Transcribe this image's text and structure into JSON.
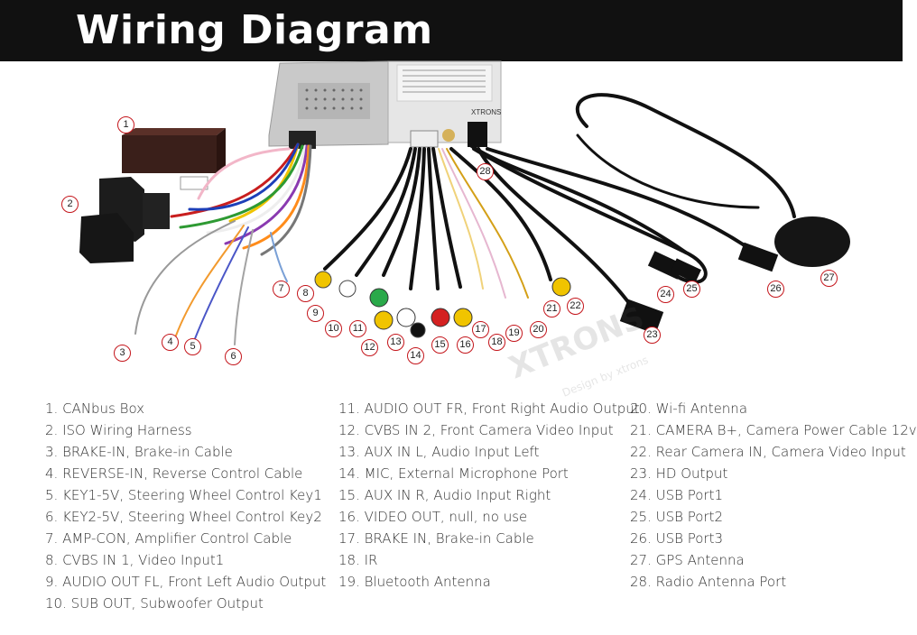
{
  "header": {
    "title": "Wiring Diagram"
  },
  "device_labels": {
    "brand_mark": "XTRONS",
    "watermark_brand": "XTRONS",
    "watermark_tagline": "Design by xtrons"
  },
  "colors": {
    "callout_ring": "#c4161c",
    "header_bg": "#111111"
  },
  "callouts": [
    "1",
    "2",
    "3",
    "4",
    "5",
    "6",
    "7",
    "8",
    "9",
    "10",
    "11",
    "12",
    "13",
    "14",
    "15",
    "16",
    "17",
    "18",
    "19",
    "20",
    "21",
    "22",
    "23",
    "24",
    "25",
    "26",
    "27",
    "28"
  ],
  "legend": {
    "col1": [
      "1. CANbus Box",
      "2. ISO Wiring Harness",
      "3. BRAKE-IN, Brake-in Cable",
      "4. REVERSE-IN, Reverse Control Cable",
      "5. KEY1-5V, Steering Wheel Control Key1",
      "6. KEY2-5V, Steering Wheel Control Key2",
      "7. AMP-CON, Amplifier Control Cable",
      "8. CVBS IN 1, Video Input1",
      "9. AUDIO OUT FL, Front Left Audio Output",
      "10. SUB OUT, Subwoofer Output"
    ],
    "col2": [
      "11. AUDIO OUT FR, Front Right Audio Output",
      "12. CVBS IN 2, Front Camera Video Input",
      "13. AUX IN L, Audio Input Left",
      "14. MIC, External Microphone Port",
      "15. AUX IN R, Audio Input Right",
      "16. VIDEO OUT, null, no use",
      "17. BRAKE IN, Brake-in Cable",
      "18. IR",
      "19. Bluetooth Antenna"
    ],
    "col3": [
      "20. Wi-fi Antenna",
      "21. CAMERA B+, Camera Power Cable 12v",
      "22. Rear Camera IN, Camera Video Input",
      "23. HD Output",
      "24. USB Port1",
      "25. USB Port2",
      "26. USB Port3",
      "27. GPS Antenna",
      "28. Radio Antenna Port"
    ]
  }
}
